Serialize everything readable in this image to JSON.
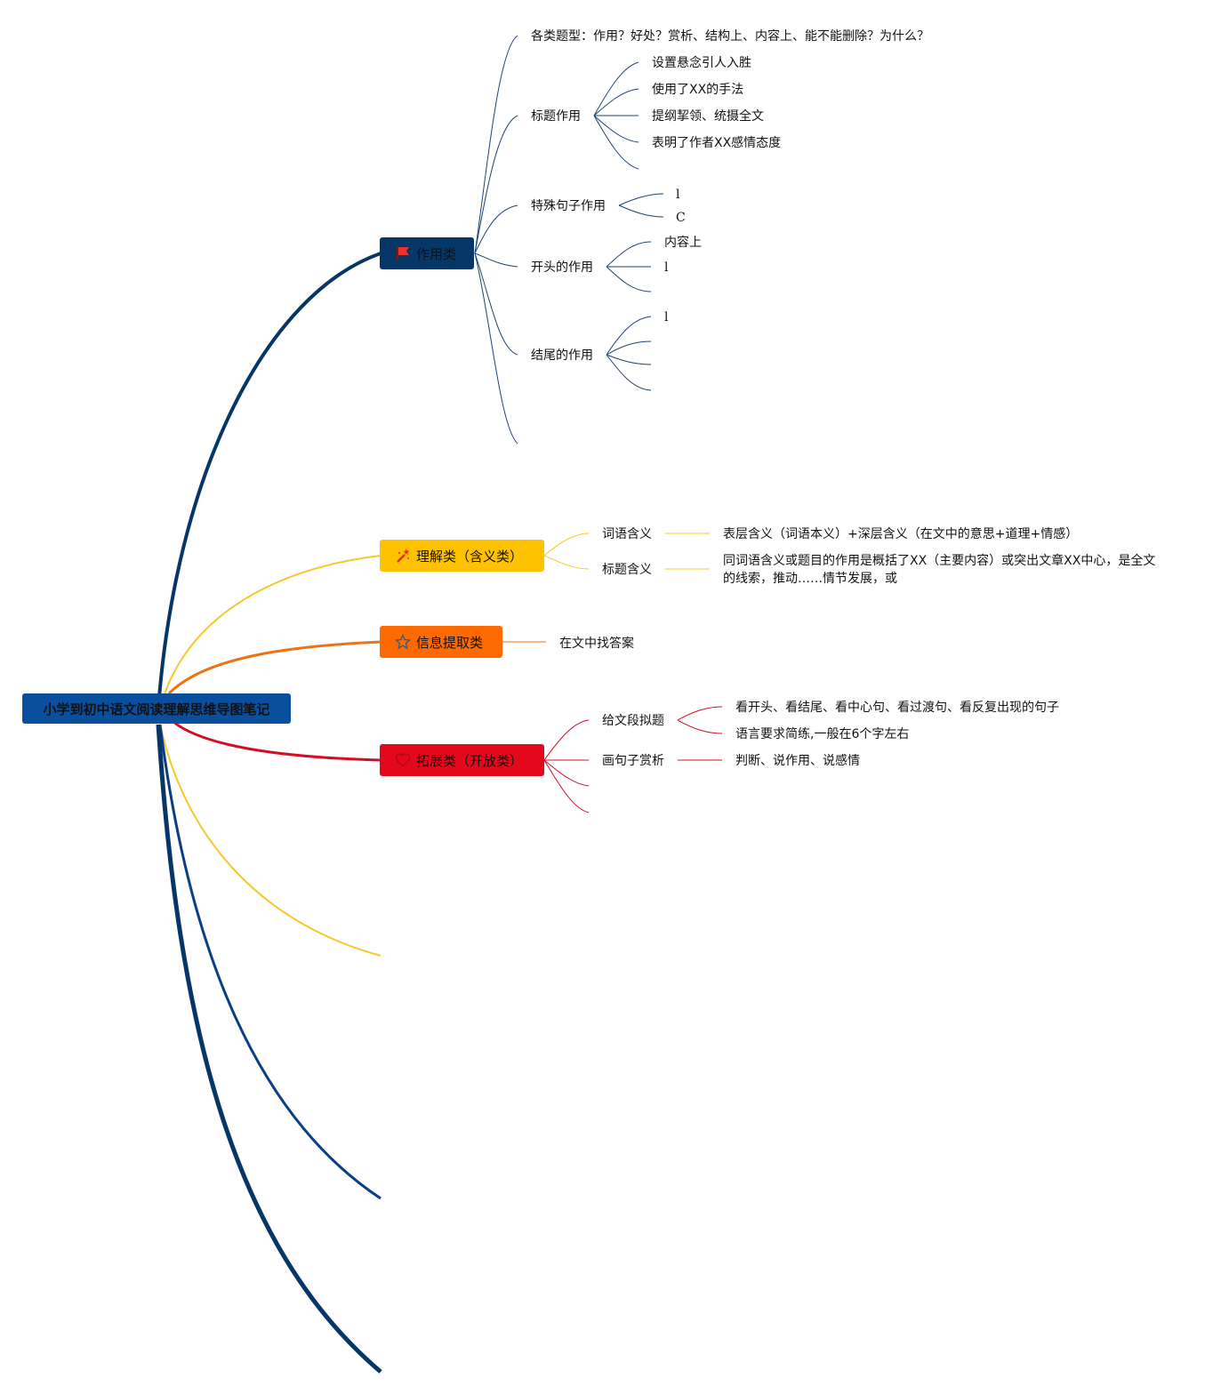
{
  "root": {
    "label": "小学到初中语文阅读理解思维导图笔记"
  },
  "colors": {
    "navy": "#063666",
    "yellow": "#fec200",
    "orange": "#fd6a01",
    "red": "#e3081b",
    "blue": "#0a4f9e",
    "yellow_line": "#f4c92c",
    "orange_line": "#ee7214",
    "red_line": "#d40d26"
  },
  "branches": {
    "zuoyong": {
      "label": "作用类",
      "icon": "flag-icon",
      "children": {
        "gelei": "各类题型：作用？好处？赏析、结构上、内容上、能不能删除？为什么？",
        "biaoti": {
          "label": "标题作用",
          "items": [
            "设置悬念引人入胜",
            "使用了XX的手法",
            "提纲挈领、统摄全文",
            "表明了作者XX感情态度"
          ]
        },
        "teshu": {
          "label": "特殊句子作用",
          "items": [
            "l",
            "C"
          ]
        },
        "kaitou": {
          "label": "开头的作用",
          "items": [
            "内容上",
            "l"
          ]
        },
        "jiewei": {
          "label": "结尾的作用",
          "items": [
            "l"
          ]
        }
      }
    },
    "lijie": {
      "label": "理解类（含义类）",
      "icon": "magic-wand-icon",
      "children": {
        "ciyu": {
          "label": "词语含义",
          "detail": "表层含义（词语本义）+深层含义（在文中的意思+道理+情感）"
        },
        "biaoti": {
          "label": "标题含义",
          "detail": "同词语含义或题目的作用是概括了XX（主要内容）或突出文章XX中心，是全文的线索，推动……情节发展，或"
        }
      }
    },
    "xinxi": {
      "label": "信息提取类",
      "icon": "star-icon",
      "children": {
        "zhao": "在文中找答案"
      }
    },
    "tuozhan": {
      "label": "拓展类（开放类）",
      "icon": "heart-icon",
      "children": {
        "duan": {
          "label": "给文段拟题",
          "items": [
            "看开头、看结尾、看中心句、看过渡句、看反复出现的句子",
            "语言要求简练,一般在6个字左右"
          ]
        },
        "juzi": {
          "label": "画句子赏析",
          "detail": "判断、说作用、说感情"
        }
      }
    }
  }
}
